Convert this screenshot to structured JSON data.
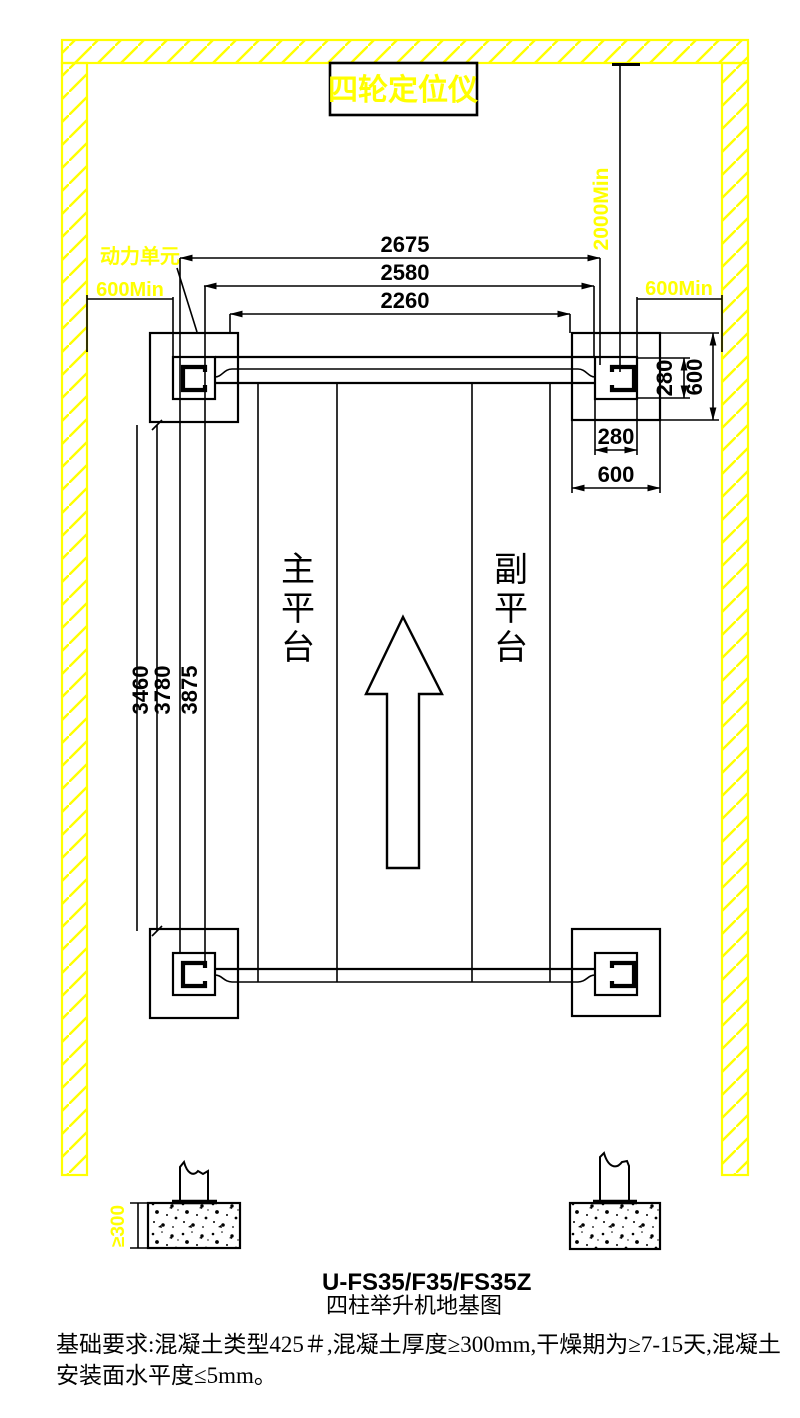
{
  "colors": {
    "wall": "#FFFF00",
    "line": "#000000",
    "background": "#FFFFFF"
  },
  "header": {
    "aligner_label": "四轮定位仪"
  },
  "labels": {
    "power_unit": "动力单元",
    "clearance_left": "600Min",
    "clearance_right": "600Min",
    "clearance_top": "2000Min"
  },
  "dimensions": {
    "span_outer": "2675",
    "span_mid": "2580",
    "span_inner": "2260",
    "length_inner": "3460",
    "length_mid": "3780",
    "length_outer": "3875",
    "column_width_side": "280",
    "base_width_side": "600",
    "column_width_bottom": "280",
    "base_width_bottom": "600",
    "slab_depth": "≥300"
  },
  "platforms": {
    "main": "主平台",
    "secondary": "副平台"
  },
  "footer": {
    "model": "U-FS35/F35/FS35Z",
    "drawing_name": "四柱举升机地基图",
    "note_line1": "基础要求:混凝土类型425＃,混凝土厚度≥300mm,干燥期为≥7-15天,混凝土",
    "note_line2": "安装面水平度≤5mm。"
  }
}
